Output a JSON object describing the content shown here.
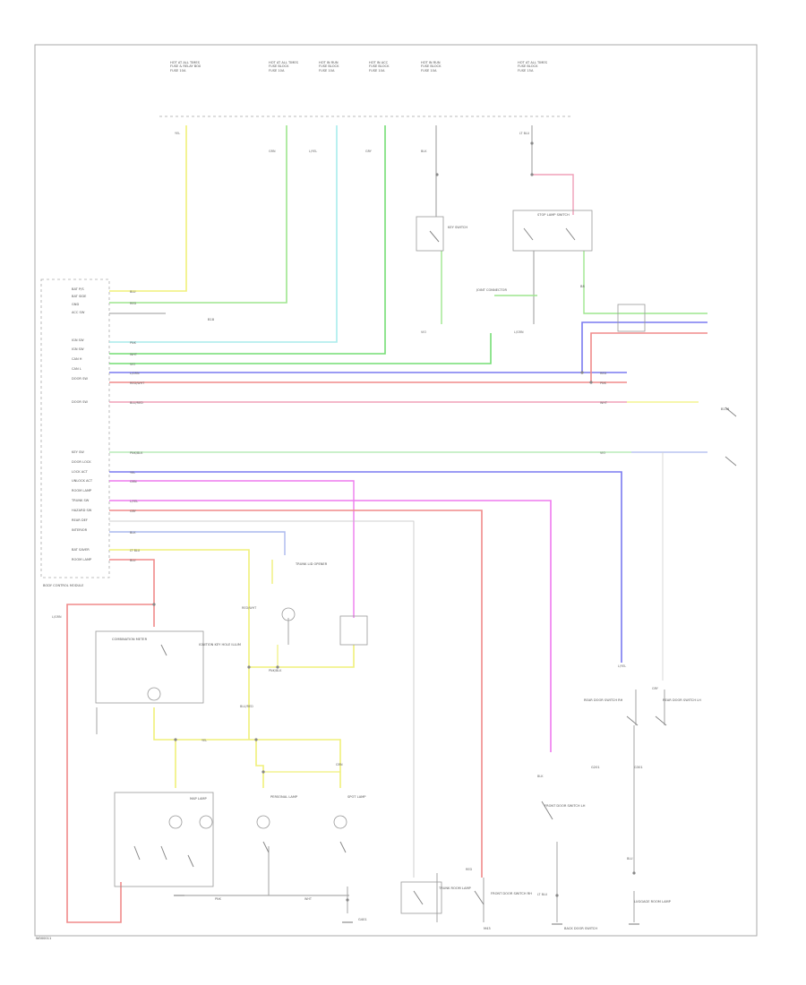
{
  "page_code": "W000011",
  "fuse_boxes": [
    {
      "id": "f1",
      "title": "HOT AT ALL TIMES",
      "fuse": "FUSE 10A",
      "location": "FUSE & RELAY BOX"
    },
    {
      "id": "f2",
      "title": "HOT AT ALL TIMES",
      "fuse": "FUSE 10A",
      "location": "FUSE BLOCK"
    },
    {
      "id": "f3",
      "title": "HOT IN RUN",
      "fuse": "FUSE 10A",
      "location": "FUSE BLOCK"
    },
    {
      "id": "f4",
      "title": "HOT IN ACC",
      "fuse": "FUSE 10A",
      "location": "FUSE BLOCK"
    },
    {
      "id": "f5",
      "title": "HOT IN RUN",
      "fuse": "FUSE 10A",
      "location": "FUSE BLOCK"
    },
    {
      "id": "f6",
      "title": "HOT AT ALL TIMES",
      "fuse": "FUSE 15A",
      "location": "FUSE BLOCK"
    }
  ],
  "wire_colors": {
    "yel": "#f4f48a",
    "grn": "#9ee68e",
    "cyan": "#a8ecec",
    "dkgrn": "#74dd74",
    "blu": "#7a7af0",
    "red": "#f08a8a",
    "pnk": "#f0a0c0",
    "mag": "#ee7aee",
    "ltblu": "#aab8ee",
    "gray": "#9a9a9a",
    "ltgrn": "#b8ecb8"
  },
  "labels": {
    "bcm_module": "BODY CONTROL MODULE",
    "bcm_pins": [
      "BAT P/S",
      "BAT SIDE",
      "GND",
      "ACC SW",
      "IGN SW",
      "IGN SW",
      "CAN H",
      "CAN L",
      "DOOR SW",
      "DOOR SW",
      "KEY SW",
      "DOOR LOCK",
      "LOCK ACT",
      "UNLOCK ACT",
      "ROOM LAMP",
      "TRUNK SW",
      "HAZARD SW",
      "REAR DEF",
      "INTERIOR",
      "BAT SAVER",
      "ROOM LAMP"
    ],
    "wire_codes": [
      "YEL",
      "GRN",
      "L/YEL",
      "GRY",
      "BLK",
      "LT BLU",
      "BLU",
      "RED",
      "PNK",
      "WHT",
      "VIO",
      "L/GRN",
      "RED/WHT",
      "BLU/RED",
      "PNK/BLK"
    ],
    "components": [
      "KEY SWITCH",
      "STOP LAMP SWITCH",
      "JOINT CONNECTOR",
      "COMBINATION METER",
      "FRONT DOOR SWITCH LH",
      "FRONT DOOR SWITCH RH",
      "REAR DOOR SWITCH LH",
      "REAR DOOR SWITCH RH",
      "TRUNK ROOM LAMP",
      "MAP LAMP",
      "PERSONAL LAMP",
      "SPOT LAMP",
      "IGNITION KEY HOLE ILLUM",
      "TRUNK LID OPENER",
      "BACK DOOR SWITCH",
      "LUGGAGE ROOM LAMP",
      "G201",
      "G301",
      "G401",
      "M43",
      "B8",
      "B18",
      "B116"
    ],
    "grounds": [
      "GND",
      "GND",
      "GND",
      "GND"
    ]
  }
}
